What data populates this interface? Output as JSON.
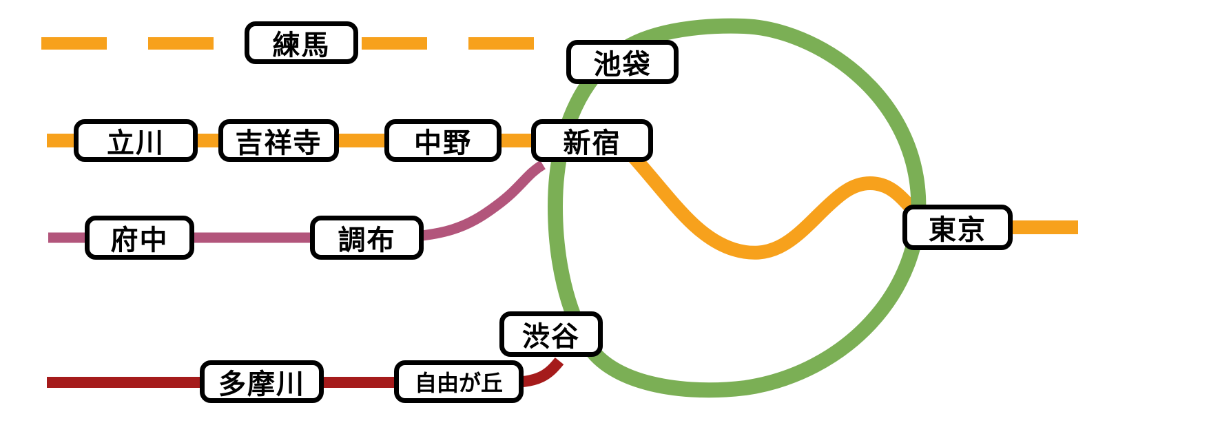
{
  "map": {
    "background_color": "#ffffff",
    "box_border_color": "#000000",
    "box_fill_color": "#ffffff",
    "label_color": "#000000"
  },
  "lines": {
    "seibu": {
      "id": "seibu-line",
      "color": "#F7A11C",
      "style": "dashed"
    },
    "chuo": {
      "id": "chuo-line",
      "color": "#F7A11C",
      "style": "solid"
    },
    "keio": {
      "id": "keio-line",
      "color": "#B2557B",
      "style": "solid"
    },
    "yamanote": {
      "id": "yamanote-line",
      "color": "#7BAF55",
      "style": "loop"
    },
    "tokyu": {
      "id": "tokyu-line",
      "color": "#A51B1B",
      "style": "solid"
    }
  },
  "stations": {
    "nerima": {
      "label": "練馬"
    },
    "ikebukuro": {
      "label": "池袋"
    },
    "tachikawa": {
      "label": "立川"
    },
    "kichijoji": {
      "label": "吉祥寺"
    },
    "nakano": {
      "label": "中野"
    },
    "shinjuku": {
      "label": "新宿"
    },
    "fuchu": {
      "label": "府中"
    },
    "chofu": {
      "label": "調布"
    },
    "shibuya": {
      "label": "渋谷"
    },
    "tamagawa": {
      "label": "多摩川"
    },
    "jiyugaoka": {
      "label": "自由が丘"
    },
    "tokyo": {
      "label": "東京"
    }
  }
}
